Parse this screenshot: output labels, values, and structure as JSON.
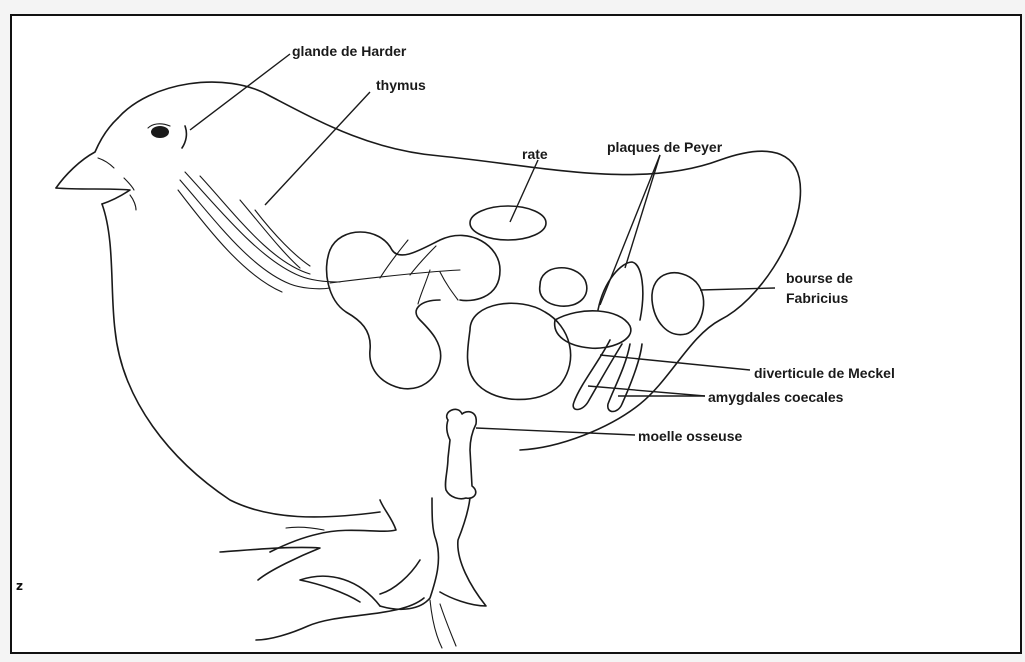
{
  "labels": {
    "glande_harder": "glande de Harder",
    "thymus": "thymus",
    "rate": "rate",
    "plaques_peyer": "plaques de Peyer",
    "bourse_line1": "bourse de",
    "bourse_line2": "Fabricius",
    "diverticule": "diverticule de Meckel",
    "amygdales": "amygdales coecales",
    "moelle": "moelle osseuse"
  },
  "corner_mark": "z",
  "colors": {
    "ink": "#1a1a1a",
    "paper": "#ffffff"
  }
}
